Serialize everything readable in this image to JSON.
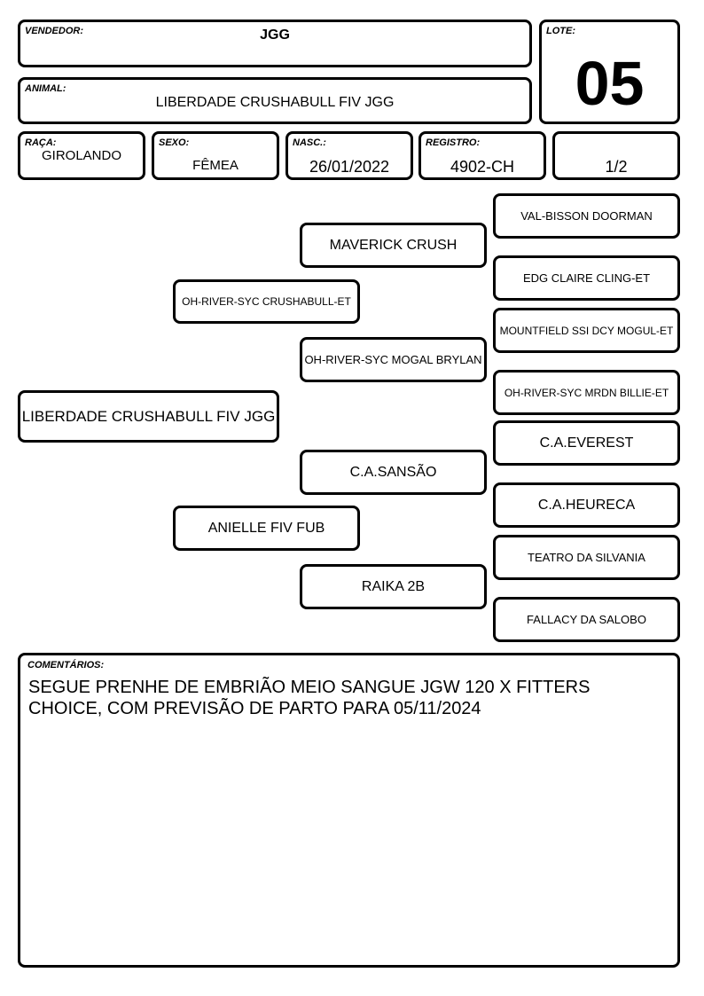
{
  "header": {
    "vendedor_label": "VENDEDOR:",
    "vendedor": "JGG",
    "lote_label": "LOTE:",
    "lote": "05",
    "animal_label": "ANIMAL:",
    "animal": "LIBERDADE CRUSHABULL FIV JGG"
  },
  "info": {
    "raca_label": "RAÇA:",
    "raca": "GIROLANDO",
    "sexo_label": "SEXO:",
    "sexo": "FÊMEA",
    "nasc_label": "NASC.:",
    "nasc": "26/01/2022",
    "registro_label": "REGISTRO:",
    "registro": "4902-CH",
    "fraction": "1/2"
  },
  "pedigree": {
    "animal": "LIBERDADE CRUSHABULL FIV JGG",
    "sire": "OH-RIVER-SYC CRUSHABULL-ET",
    "dam": "ANIELLE FIV FUB",
    "sire_sire": "MAVERICK CRUSH",
    "sire_dam": "OH-RIVER-SYC MOGAL BRYLAN",
    "dam_sire": "C.A.SANSÃO",
    "dam_dam": "RAIKA 2B",
    "ggp": [
      "VAL-BISSON DOORMAN",
      "EDG CLAIRE CLING-ET",
      "MOUNTFIELD SSI DCY MOGUL-ET",
      "OH-RIVER-SYC MRDN BILLIE-ET",
      "C.A.EVEREST",
      "C.A.HEURECA",
      "TEATRO DA SILVANIA",
      "FALLACY DA SALOBO"
    ]
  },
  "comments": {
    "label": "COMENTÁRIOS:",
    "text": "SEGUE PRENHE DE EMBRIÃO MEIO SANGUE JGW 120 X FITTERS\nCHOICE, COM PREVISÃO DE PARTO PARA 05/11/2024"
  }
}
